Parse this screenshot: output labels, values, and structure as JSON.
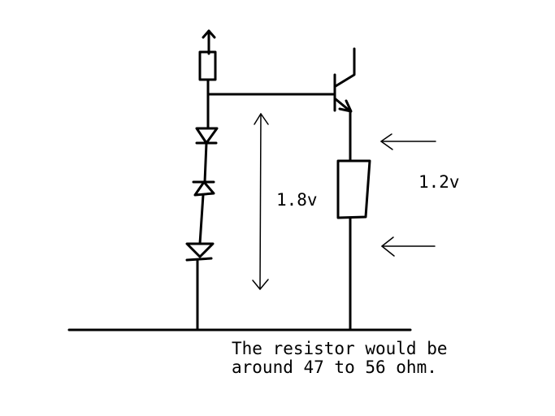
{
  "diagram": {
    "type": "circuit-schematic",
    "line_color": "#000000",
    "background": "#ffffff",
    "components": [
      "supply-arrow",
      "resistor",
      "diode",
      "diode",
      "diode",
      "npn-transistor",
      "resistor",
      "ground-line"
    ],
    "labels": {
      "base_voltage": "1.8v",
      "resistor_voltage": "1.2v"
    },
    "note": {
      "line1": "The resistor would be",
      "line2": "around 47 to 56 ohm."
    }
  }
}
